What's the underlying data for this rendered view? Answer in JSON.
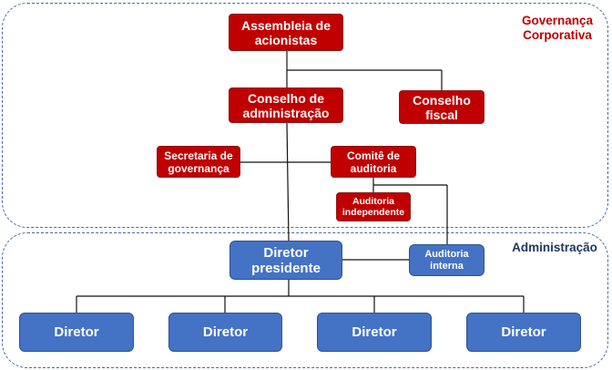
{
  "colors": {
    "governance_box": "#c00000",
    "admin_box": "#4472c4",
    "governance_label": "#c00000",
    "admin_label": "#1f3864",
    "region_border": "#4a68a6"
  },
  "regions": {
    "governance": {
      "label": "Governança\nCorporativa"
    },
    "administration": {
      "label": "Administração"
    }
  },
  "nodes": {
    "assembleia": "Assembleia de\nacionistas",
    "conselho_admin": "Conselho de\nadministração",
    "conselho_fiscal": "Conselho\nfiscal",
    "secretaria": "Secretaria de\ngovernança",
    "comite": "Comitê de\nauditoria",
    "auditoria_independente": "Auditoria\nindependente",
    "auditoria_interna": "Auditoria\ninterna",
    "diretor_presidente": "Diretor\npresidente",
    "diretores": [
      "Diretor",
      "Diretor",
      "Diretor",
      "Diretor"
    ]
  }
}
